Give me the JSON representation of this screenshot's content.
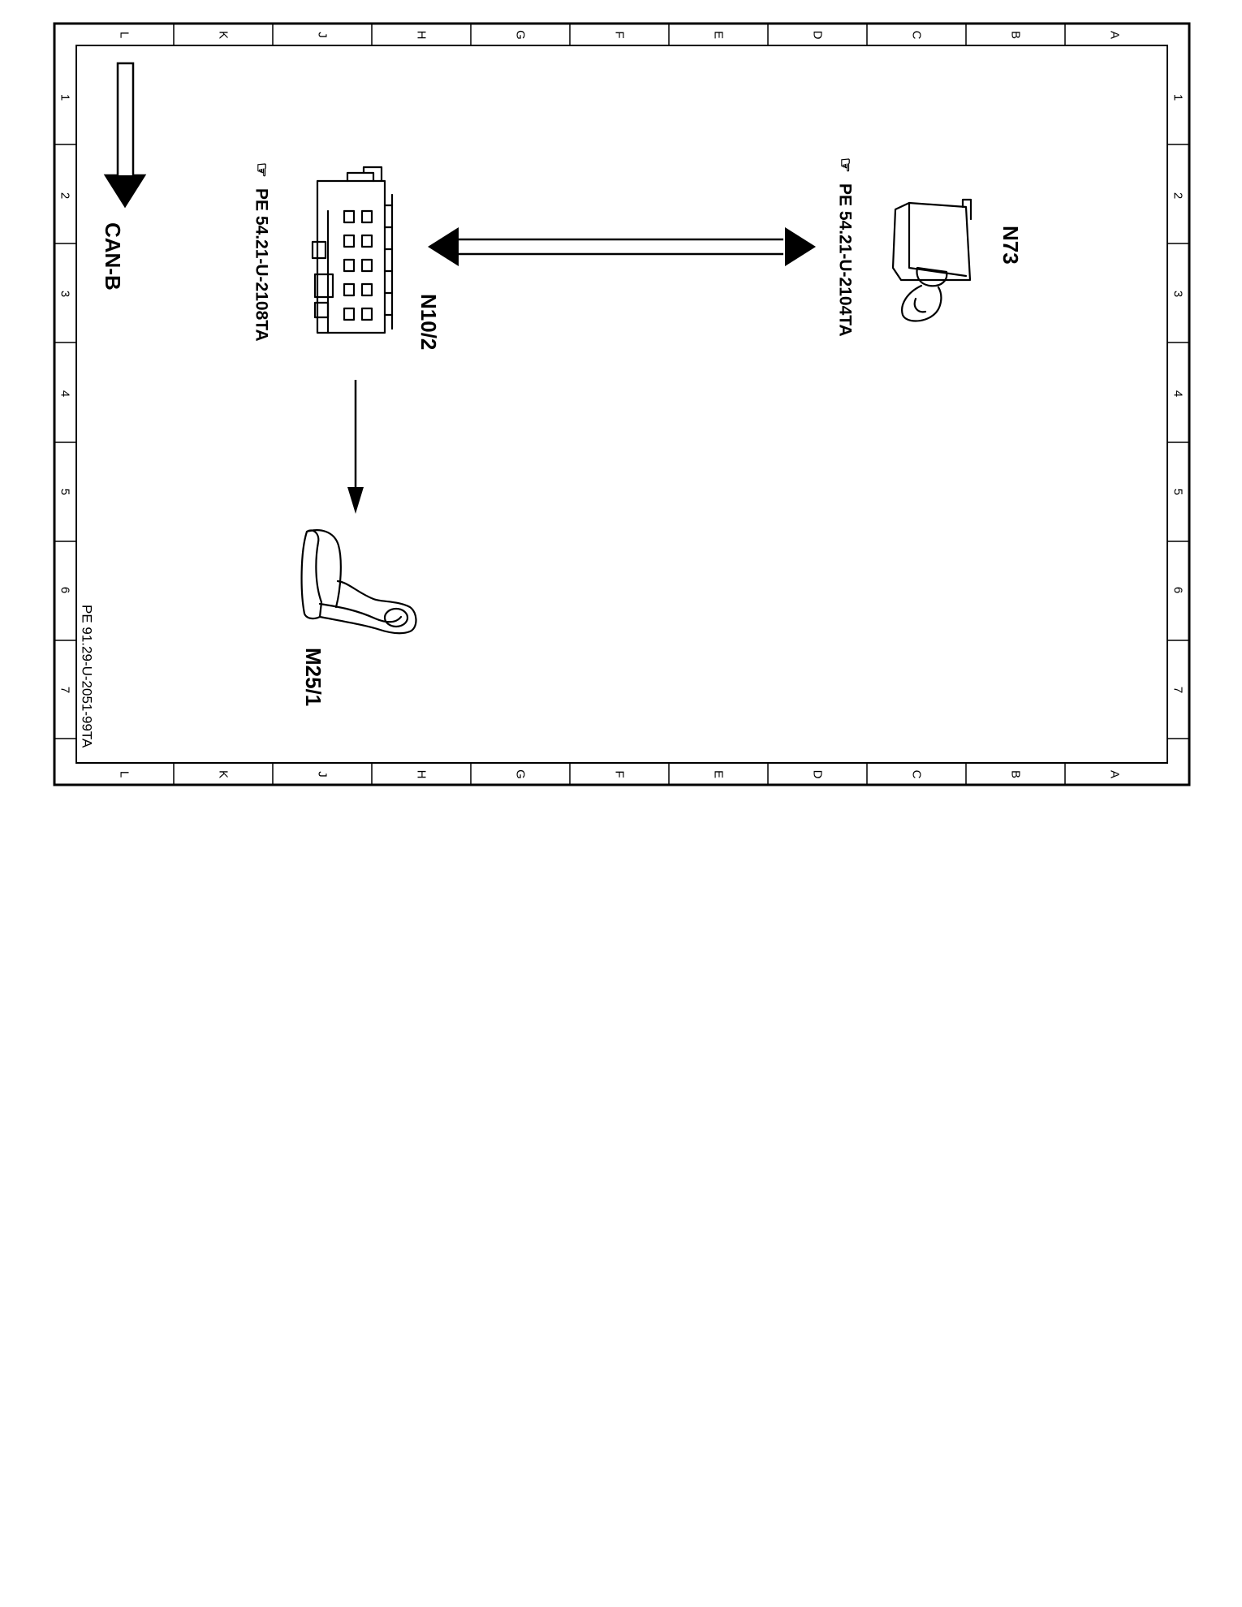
{
  "frame": {
    "column_letters": [
      "L",
      "K",
      "J",
      "H",
      "G",
      "F",
      "E",
      "D",
      "C",
      "B",
      "A"
    ],
    "row_numbers": [
      "1",
      "2",
      "3",
      "4",
      "5",
      "6",
      "7"
    ]
  },
  "document_id": "PE 91.29-U-2051-99TA",
  "bus": {
    "name": "CAN-B"
  },
  "components": {
    "n73": {
      "code": "N73",
      "ref": "PE 54.21-U-2104TA"
    },
    "n10_2": {
      "code": "N10/2",
      "ref": "PE 54.21-U-2108TA"
    },
    "m25_1": {
      "code": "M25/1"
    }
  },
  "connections": [
    {
      "from": "N73",
      "to": "N10/2",
      "direction": "bidirectional"
    },
    {
      "from": "N10/2",
      "to": "M25/1",
      "direction": "unidirectional"
    }
  ]
}
